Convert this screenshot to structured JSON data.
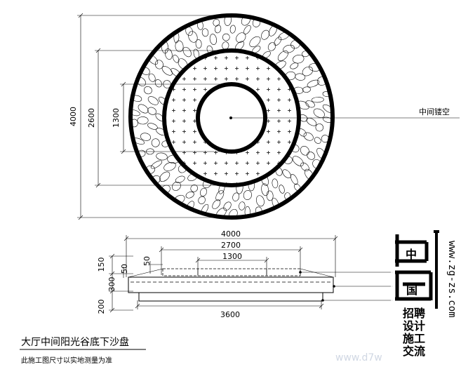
{
  "plan": {
    "dims": {
      "outer_diameter": "4000",
      "middle_diameter": "2600",
      "inner_diameter": "1300"
    },
    "leader_label": "中间镂空"
  },
  "section": {
    "dims": {
      "overall_width": "4000",
      "mid_width": "2700",
      "top_width": "1300",
      "base_width": "3600",
      "offset": "50",
      "height_150": "150",
      "height_50": "50",
      "height_300": "300",
      "height_200": "200"
    }
  },
  "caption": {
    "title": "大厅中间阳光谷底下沙盘",
    "note": "此施工图尺寸以实地测量为准"
  },
  "watermark": {
    "logo_chars": [
      "中",
      "国"
    ],
    "url": "www.zg-zs.com",
    "slogan": [
      "招聘",
      "设计",
      "施工",
      "交流"
    ],
    "site": "www.d7w"
  }
}
